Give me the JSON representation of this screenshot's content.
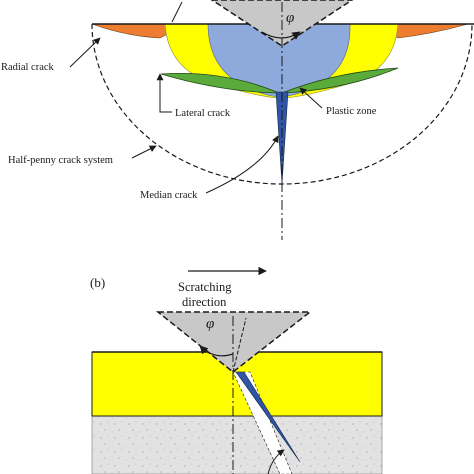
{
  "diagram": {
    "panel_a": {
      "angle_symbol": "φ",
      "labels": {
        "radial_crack": "Radial crack",
        "lateral_crack": "Lateral crack",
        "plastic_zone": "Plastic zone",
        "half_penny": "Half-penny crack system",
        "median_crack": "Median crack"
      }
    },
    "panel_b": {
      "panel_letter": "(b)",
      "scratch_line1": "Scratching",
      "scratch_line2": "direction",
      "angle_symbol": "φ"
    },
    "colors": {
      "yellow_layer": "#ffff00",
      "plastic_zone": "#8ea9db",
      "lateral_crack": "#5aaa3c",
      "radial_crack": "#ed7d31",
      "median_crack": "#2f55a4",
      "indenter": "#c8c8c8",
      "substrate": "#e2e2e2"
    }
  }
}
